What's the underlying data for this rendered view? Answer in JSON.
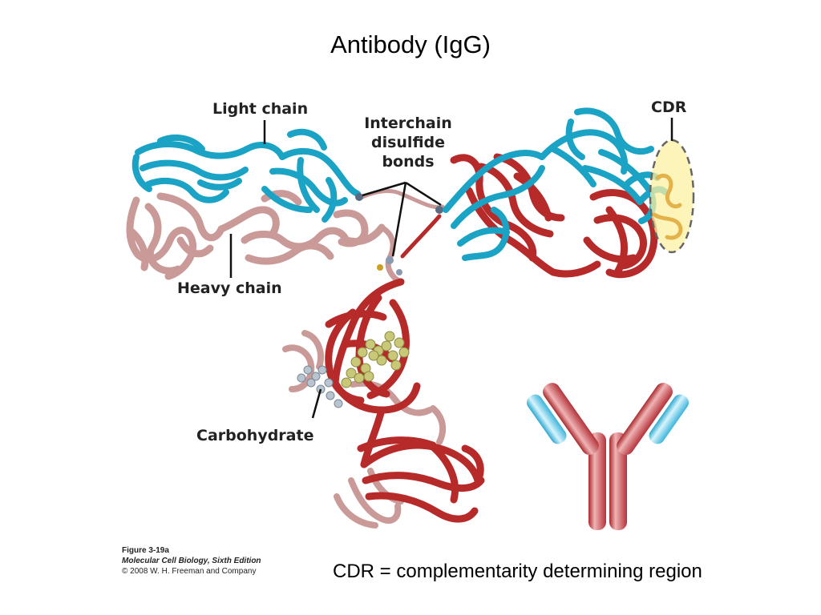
{
  "title": "Antibody (IgG)",
  "labels": {
    "light_chain": "Light chain",
    "heavy_chain": "Heavy chain",
    "interchain_line1": "Interchain",
    "interchain_line2": "disulfide",
    "interchain_line3": "bonds",
    "cdr": "CDR",
    "carbohydrate": "Carbohydrate"
  },
  "figure_credit": {
    "figure": "Figure 3-19a",
    "book": "Molecular Cell Biology, Sixth Edition",
    "copyright": "© 2008 W. H. Freeman and Company"
  },
  "footnote": "CDR = complementarity determining region",
  "colors": {
    "light_chain": "#1aa3c4",
    "heavy_chain_red": "#b72a2a",
    "heavy_chain_pink": "#c99a98",
    "carbohydrate": "#c8c878",
    "cdr_highlight": "#fbf0a0"
  }
}
